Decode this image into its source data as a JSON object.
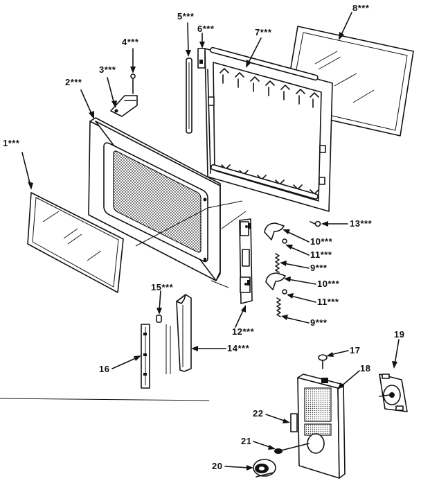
{
  "diagram": {
    "callouts": {
      "c1": "1***",
      "c2": "2***",
      "c3": "3***",
      "c4": "4***",
      "c5": "5***",
      "c6": "6***",
      "c7": "7***",
      "c8": "8***",
      "c9a": "9***",
      "c9b": "9***",
      "c10a": "10***",
      "c10b": "10***",
      "c11a": "11***",
      "c11b": "11***",
      "c12": "12***",
      "c13": "13***",
      "c14": "14***",
      "c15": "15***",
      "c16": "16",
      "c17": "17",
      "c18": "18",
      "c19": "19",
      "c20": "20",
      "c21": "21",
      "c22": "22"
    }
  }
}
